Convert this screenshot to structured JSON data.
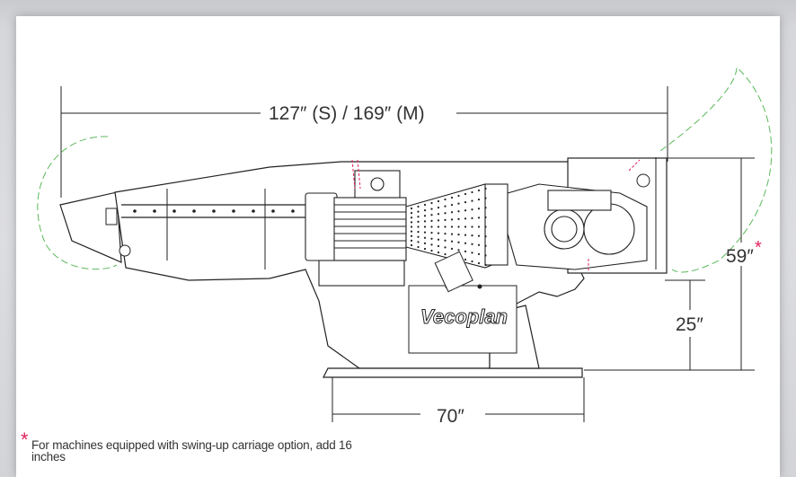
{
  "dimensions": {
    "overall_length": "127″ (S)  /  169″ (M)",
    "height": "59″",
    "height_marker": "*",
    "infeed_height": "25″",
    "base_width": "70″"
  },
  "logo": "Vecoplan",
  "footnote": {
    "marker": "*",
    "text": "For machines equipped with swing-up carriage option, add 16 inches"
  },
  "colors": {
    "line": "#222222",
    "accent_dashed": "#5cb85c",
    "asterisk": "#e0245e"
  }
}
